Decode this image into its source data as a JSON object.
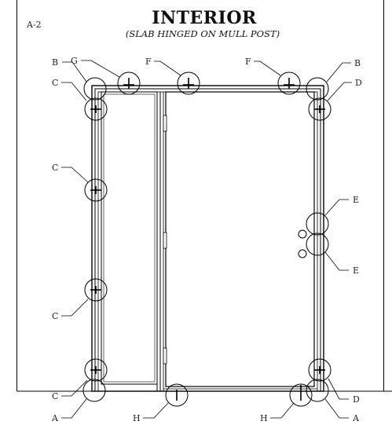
{
  "sheet_id": "A-2",
  "title": "INTERIOR",
  "subtitle": "(SLAB HINGED ON MULL POST)",
  "callouts": [
    {
      "key": "B",
      "text": "B"
    },
    {
      "key": "G",
      "text": "G"
    },
    {
      "key": "F",
      "text": "F"
    },
    {
      "key": "F",
      "text": "F"
    },
    {
      "key": "B",
      "text": "B"
    },
    {
      "key": "C",
      "text": "C"
    },
    {
      "key": "D",
      "text": "D"
    },
    {
      "key": "C",
      "text": "C"
    },
    {
      "key": "E",
      "text": "E"
    },
    {
      "key": "E",
      "text": "E"
    },
    {
      "key": "C",
      "text": "C"
    },
    {
      "key": "C",
      "text": "C"
    },
    {
      "key": "D",
      "text": "D"
    },
    {
      "key": "A",
      "text": "A"
    },
    {
      "key": "H",
      "text": "H"
    },
    {
      "key": "H",
      "text": "H"
    },
    {
      "key": "A",
      "text": "A"
    }
  ]
}
